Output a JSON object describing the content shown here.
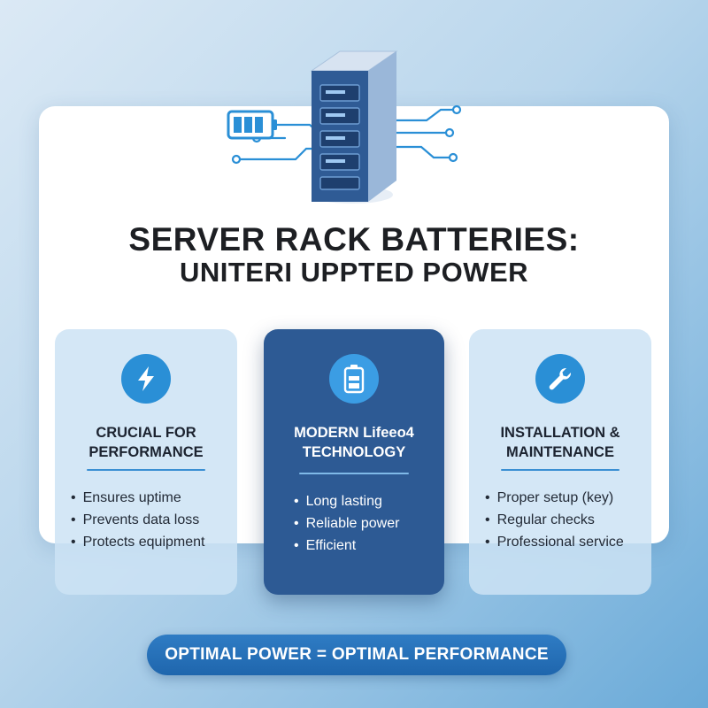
{
  "title": {
    "line1": "SERVER RACK BATTERIES:",
    "line2": "UNITERI UPPTED POWER"
  },
  "cards": [
    {
      "icon": "lightning-bolt-icon",
      "title_lines": [
        "CRUCIAL FOR",
        "PERFORMANCE"
      ],
      "items": [
        "Ensures uptime",
        "Prevents data loss",
        "Protects equipment"
      ]
    },
    {
      "icon": "battery-icon",
      "title_lines": [
        "MODERN Lifeeo4",
        "TECHNOLOGY"
      ],
      "items": [
        "Long lasting",
        "Reliable power",
        "Efficient"
      ]
    },
    {
      "icon": "wrench-icon",
      "title_lines": [
        "INSTALLATION &",
        "MAINTENANCE"
      ],
      "items": [
        "Proper setup (key)",
        "Regular checks",
        "Professional service"
      ]
    }
  ],
  "footer": {
    "label": "OPTIMAL POWER = OPTIMAL PERFORMANCE"
  },
  "colors": {
    "accent": "#2a8fd6",
    "card_dark": "#2d5a94",
    "card_light": "#cde3f5",
    "pill": "#1f66ad",
    "text_dark": "#1d1f23"
  },
  "hero_icons": [
    "server-rack-icon",
    "battery-icon",
    "circuit-lines-icon"
  ]
}
